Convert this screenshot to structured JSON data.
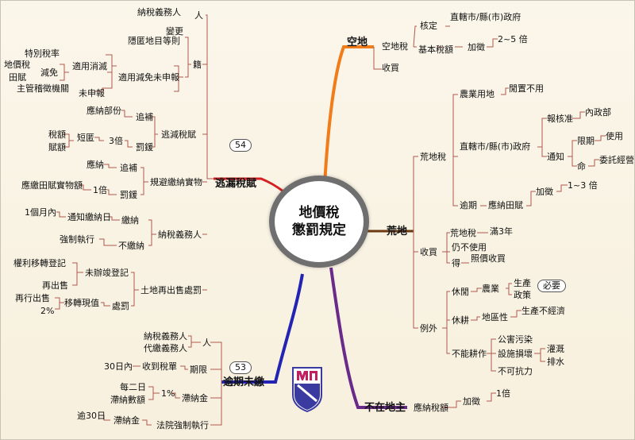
{
  "center": {
    "line1": "地價稅",
    "line2": "懲罰規定"
  },
  "branches": {
    "vacant": {
      "label": "空地",
      "items": {
        "vacant_tax": "空地稅",
        "approve": "核定",
        "approver": "直轄市/縣(市)政府",
        "basic_amount": "基本稅額",
        "surcharge": "加徵",
        "multiplier": "2~5 倍",
        "purchase": "收買"
      }
    },
    "waste": {
      "label": "荒地",
      "items": {
        "waste_tax": "荒地稅",
        "farm_land": "農業用地",
        "idle_unused": "閒置不用",
        "gov": "直轄市/縣(市)政府",
        "report_approve": "報核准",
        "interior": "內政部",
        "notify": "通知",
        "deadline": "限期",
        "order": "命",
        "use": "使用",
        "entrust": "委託經營",
        "overdue": "逾期",
        "due_land_tax": "應納田賦",
        "surcharge": "加徵",
        "multiplier": "1~3 倍",
        "purchase": "收買",
        "p_waste_tax": "荒地稅",
        "full3": "滿3年",
        "still_unused": "仍不使用",
        "get": "得",
        "buy_by_price": "照價收買",
        "exceptions": "例外",
        "fallow": "休閒",
        "agriculture": "農業",
        "production": "生產",
        "policy": "政策",
        "necessary": "必要",
        "rest_farm": "休耕",
        "geo": "地區性",
        "uneconomic": "生產不經濟",
        "cannot_farm": "不能耕作",
        "pollution": "公害污染",
        "facility_damage": "設施損壞",
        "irrigation": "灌溉",
        "drainage": "排水",
        "force_majeure": "不可抗力"
      }
    },
    "absentee": {
      "label": "不在地主",
      "items": {
        "due_tax": "應納稅額",
        "surcharge": "加徵",
        "multiplier": "1倍"
      }
    },
    "overdue_payment": {
      "label": "逾期未繳",
      "badge": "53",
      "items": {
        "person": "人",
        "taxpayer": "納稅義務人",
        "agent": "代繳義務人",
        "period": "期限",
        "within30": "30日內",
        "receive_bill": "收到稅單",
        "late_fee": "滯納金",
        "every2days": "每二日",
        "late_amount": "滯納數額",
        "pct1": "1%",
        "court_enforce": "法院強制執行",
        "late_fee2": "滯納金",
        "over30": "逾30日"
      }
    },
    "evasion": {
      "label": "逃漏稅賦",
      "badge": "54",
      "items": {
        "person": "人",
        "taxpayer_top": "納稅義務人",
        "registry": "籍",
        "change": "變更",
        "hidden_items": "隱匿地目等則",
        "relief_reason_unreported": "適用減免未申報",
        "special_rate": "特別稅率",
        "land_value_tax": "地價稅",
        "land_tax": "田賦",
        "reduce_exempt": "減免",
        "applicable_relief": "適用消滅",
        "authority": "主管稽徵機關",
        "unreported": "未申報",
        "evade_tax": "逃減稅賦",
        "due_portion": "應納部份",
        "back_pay": "追補",
        "tax_amount": "稅額",
        "land_tax_amount": "賦額",
        "short": "短匿",
        "times3": "3倍",
        "fine": "罰鍰",
        "evade_in_kind": "規避繳納實物",
        "in_kind_due": "應納",
        "back_pay2": "追補",
        "land_tax_in_kind": "應繳田賦實物額",
        "times1": "1倍",
        "fine2": "罰鍰",
        "taxpayer": "納稅義務人",
        "within1m": "1個月內",
        "notify_pay": "通知繳納日",
        "pay": "繳納",
        "not_pay": "不繳納",
        "enforce": "強制執行",
        "resale_penalty": "土地再出售處罰",
        "transfer_reg": "權利移轉登記",
        "unregistered": "未辦竣登記",
        "resell": "再出售",
        "resell2": "再行出售",
        "pct2": "2%",
        "transfer_price": "移轉現值",
        "penalty": "處罰"
      }
    }
  },
  "colors": {
    "vacant": "#f07c1a",
    "waste": "#6b3a12",
    "absentee": "#6a2a8a",
    "overdue": "#2323b4",
    "evasion": "#d42020",
    "thin": "#b05a50"
  }
}
